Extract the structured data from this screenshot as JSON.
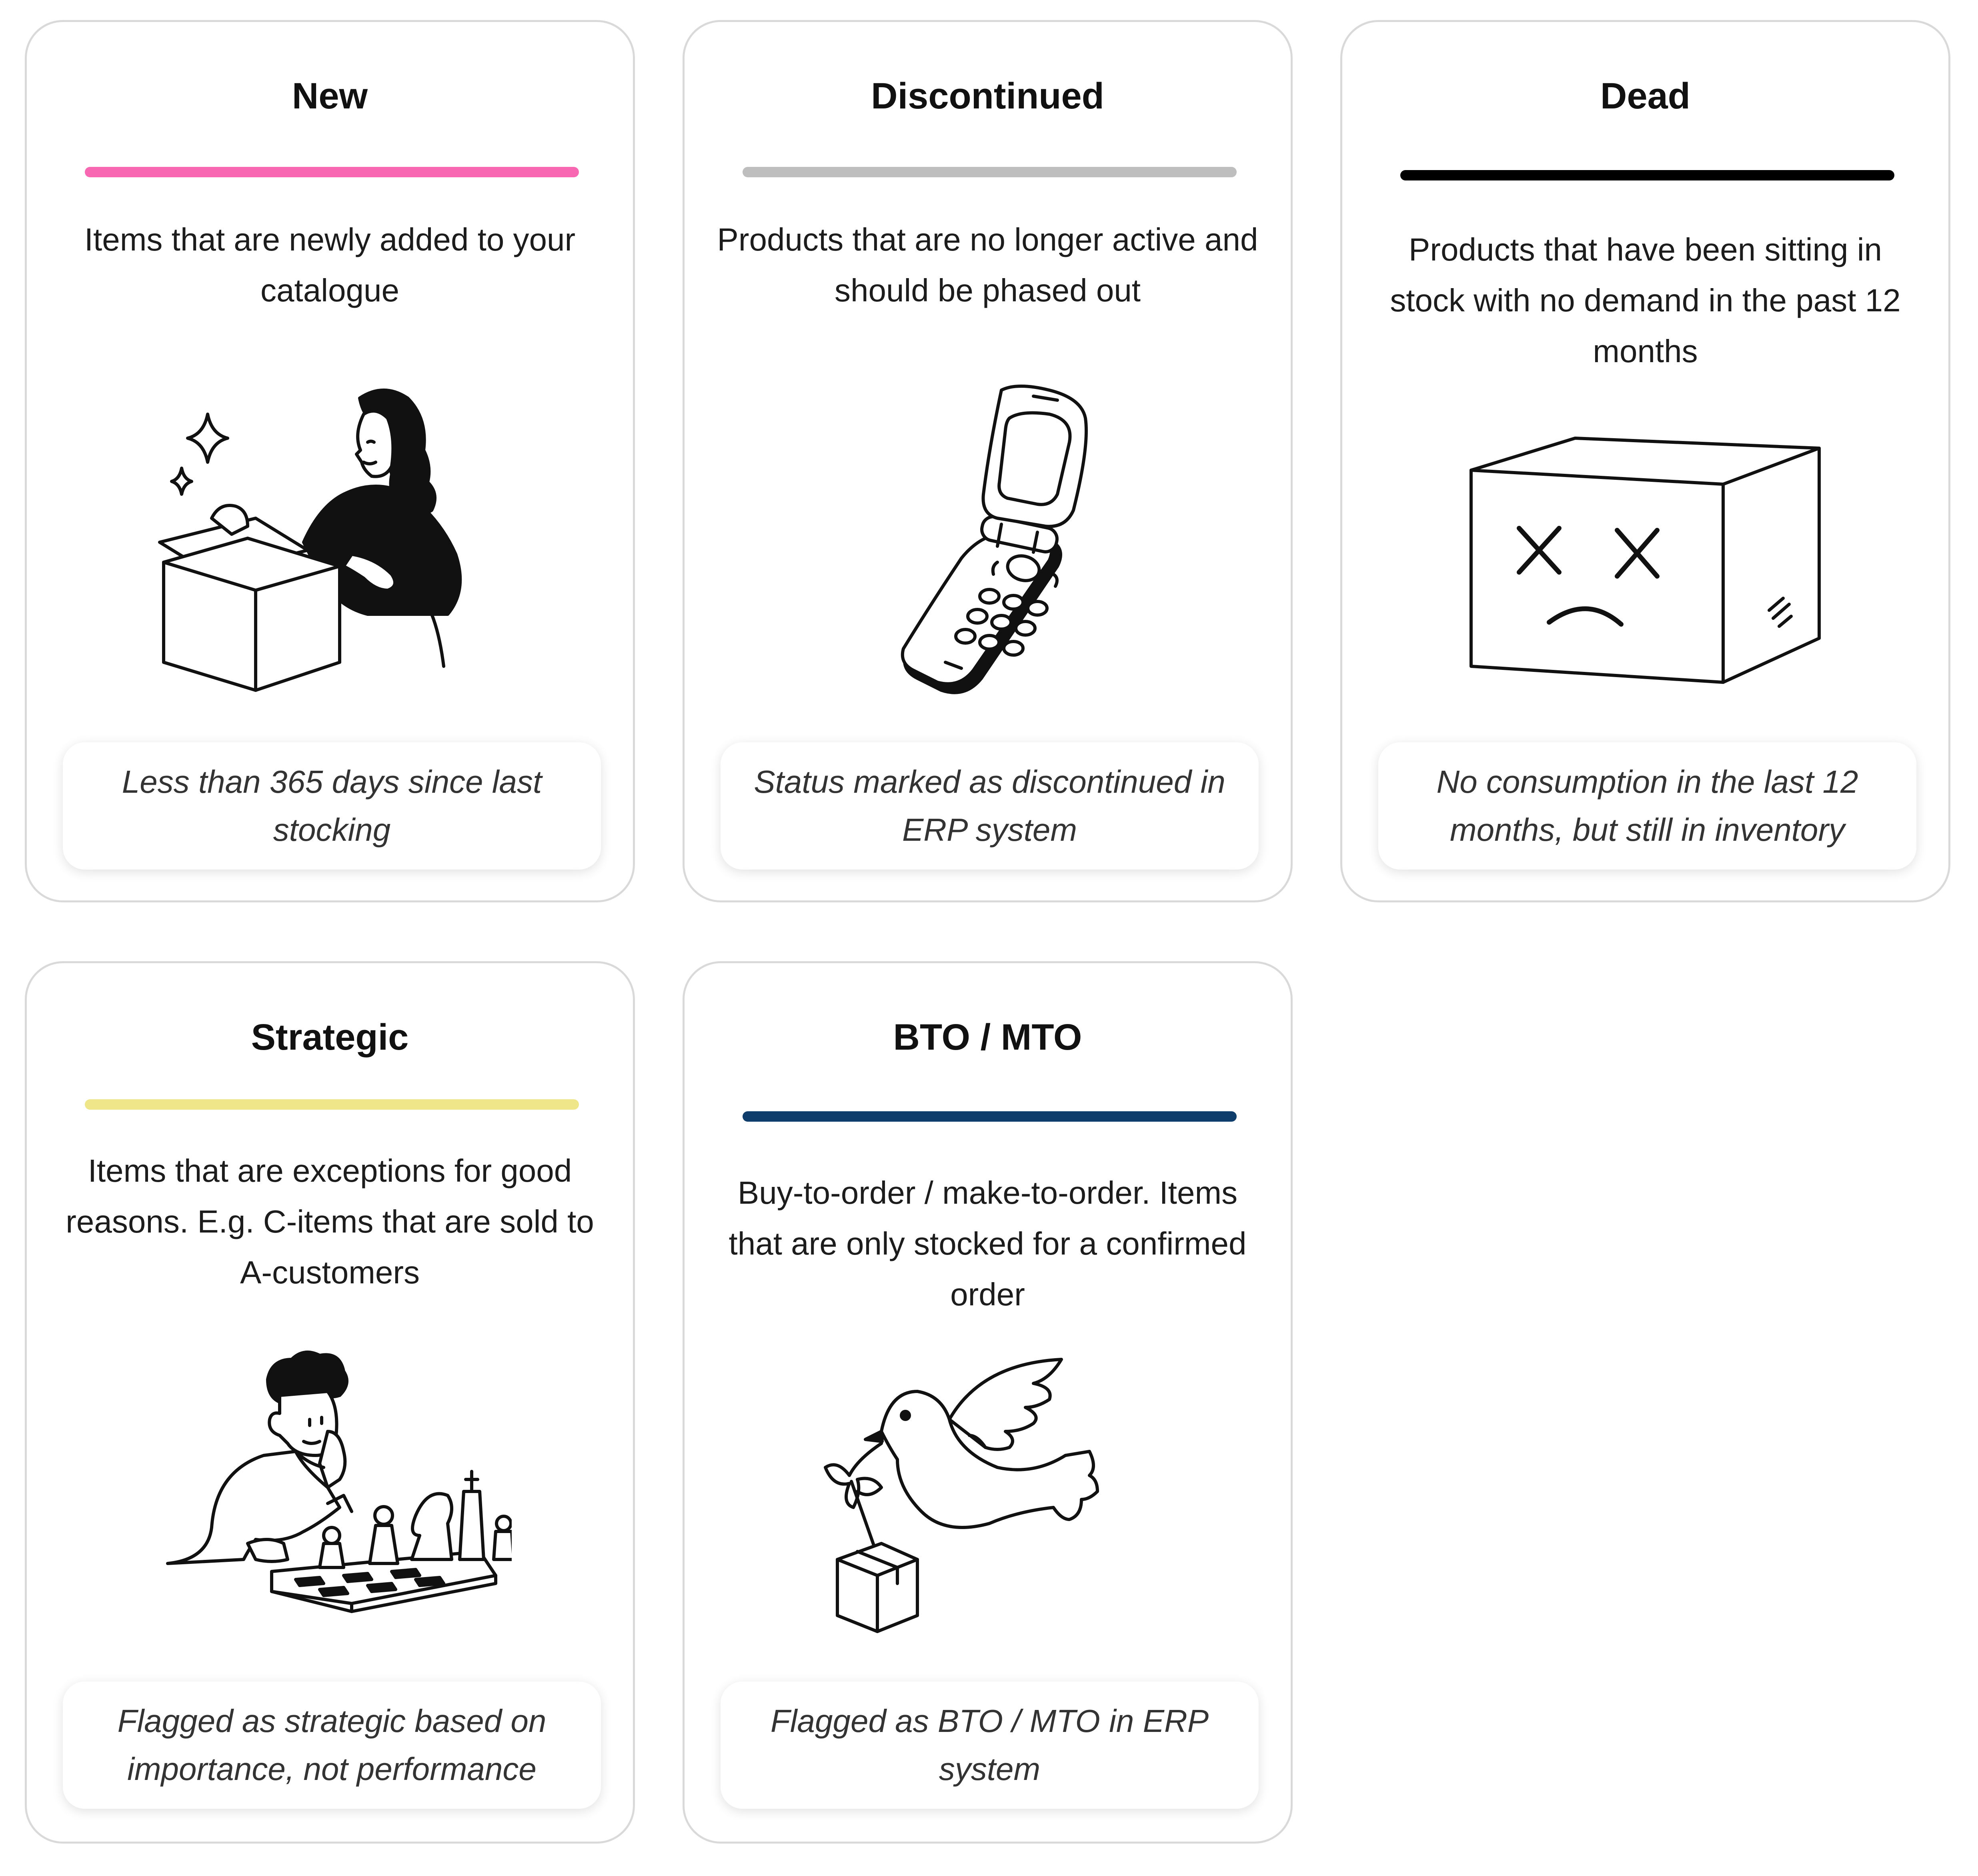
{
  "colors": {
    "new": "#f868b2",
    "discontinued": "#bebebe",
    "dead": "#000000",
    "strategic": "#eee688",
    "bto_mto": "#0e3d6b"
  },
  "cards": [
    {
      "title": "New",
      "description": "Items that are newly added to your catalogue",
      "illustration": "woman-unboxing-icon",
      "criteria": "Less than 365 days since last stocking"
    },
    {
      "title": "Discontinued",
      "description": "Products that are no longer active and should be phased out",
      "illustration": "flip-phone-icon",
      "criteria": "Status marked as discontinued in ERP system"
    },
    {
      "title": "Dead",
      "description": "Products that have been sitting in stock with no demand in the past 12 months",
      "illustration": "sad-box-icon",
      "criteria": "No consumption in the last 12 months, but still in inventory"
    },
    {
      "title": "Strategic",
      "description": "Items that are exceptions for good reasons. E.g. C-items that are sold to A-customers",
      "illustration": "chess-player-icon",
      "criteria": "Flagged as strategic based on importance, not performance"
    },
    {
      "title": "BTO / MTO",
      "description": "Buy-to-order / make-to-order. Items that are only stocked for a confirmed order",
      "illustration": "dove-delivery-icon",
      "criteria": "Flagged as BTO / MTO in ERP system"
    }
  ]
}
